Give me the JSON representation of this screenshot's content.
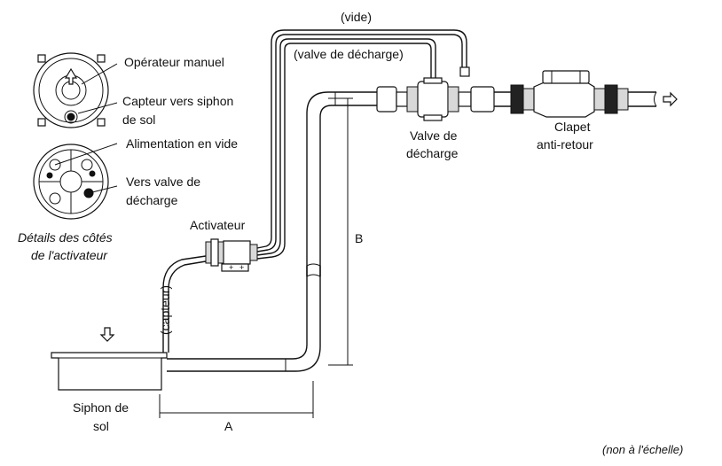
{
  "labels": {
    "vide": "(vide)",
    "valve_decharge_tube": "(valve de décharge)",
    "operateur_manuel": "Opérateur manuel",
    "capteur_siphon_1": "Capteur vers siphon",
    "capteur_siphon_2": "de sol",
    "alimentation_vide": "Alimentation en vide",
    "vers_valve_1": "Vers valve de",
    "vers_valve_2": "décharge",
    "details_1": "Détails des côtés",
    "details_2": "de l'activateur",
    "activateur": "Activateur",
    "capteur": "(capteur)",
    "valve_1": "Valve de",
    "valve_2": "décharge",
    "clapet_1": "Clapet",
    "clapet_2": "anti-retour",
    "dim_b": "B",
    "dim_a": "A",
    "siphon_1": "Siphon de",
    "siphon_2": "sol",
    "not_to_scale": "(non à l'échelle)"
  },
  "icons": {
    "flow_arrow_out": "arrow-right-outline",
    "inlet_arrow": "arrow-down-outline"
  }
}
